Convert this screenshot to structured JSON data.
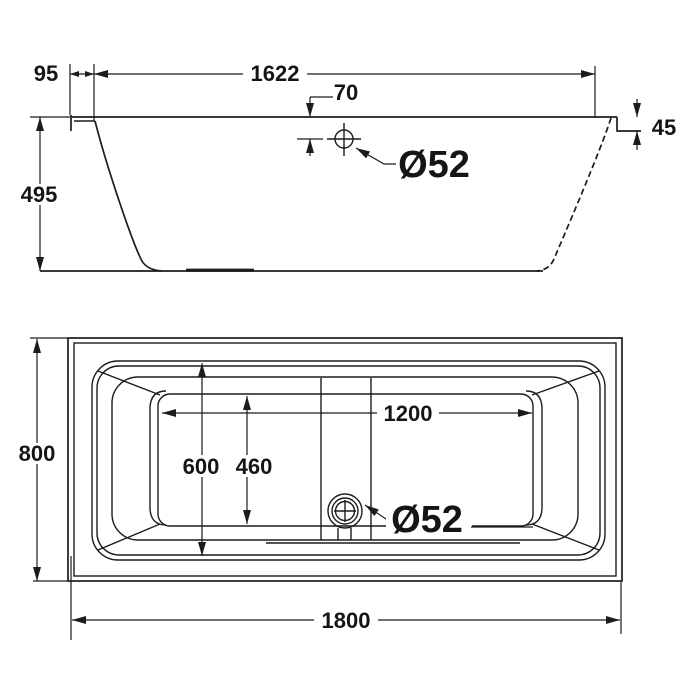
{
  "meta": {
    "title": "Bathtub technical dimension drawing",
    "background_color": "#ffffff",
    "line_color": "#1c1c1c"
  },
  "side_view": {
    "dim_rim_overhang": "95",
    "dim_inner_length": "1622",
    "dim_drain_offset": "70",
    "dim_rim_step": "45",
    "dim_height": "495",
    "dim_drain_diameter": "Ø52"
  },
  "plan_view": {
    "dim_overall_width": "800",
    "dim_inner_width": "600",
    "dim_floor_width": "460",
    "dim_floor_length": "1200",
    "dim_drain_diameter": "Ø52",
    "dim_overall_length": "1800"
  }
}
